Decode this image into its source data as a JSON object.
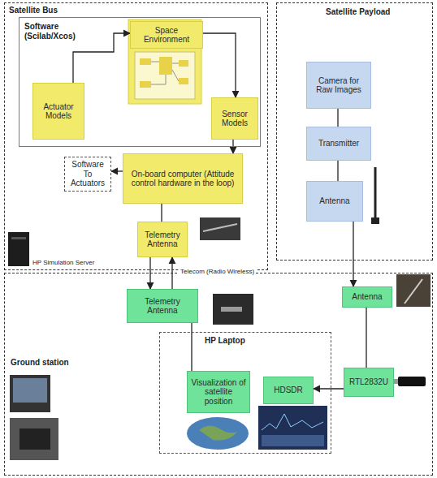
{
  "diagram": {
    "nodes": [
      {
        "text": [
          "Satellite Bus"
        ]
      },
      {
        "text": [
          "Software (Scilab/Xcos)"
        ],
        "in": 0
      },
      {
        "text": [
          "Space Environment"
        ],
        "in": 1
      },
      {
        "text": [
          "Actuator Models"
        ],
        "in": 1
      },
      {
        "text": [
          "Sensor Models"
        ],
        "in": 1
      },
      {
        "text": [
          "Software To Actuators"
        ],
        "in": 0
      },
      {
        "text": [
          "On-board computer (Attitude control hardware in the loop)"
        ],
        "in": 0
      },
      {
        "text": [
          "Telemetry Antenna"
        ],
        "in": 0
      },
      {
        "text": [
          "Satellite Payload"
        ]
      },
      {
        "text": [
          "Camera for Raw Images"
        ],
        "in": 8
      },
      {
        "text": [
          "Transmitter"
        ],
        "in": 8
      },
      {
        "text": [
          "Antenna"
        ],
        "in": 8
      },
      {
        "text": [
          "Ground station"
        ]
      },
      {
        "text": [
          "Telemetry Antenna"
        ],
        "in": 12
      },
      {
        "text": [
          "HP Laptop"
        ],
        "in": 12
      },
      {
        "text": [
          "Visualization of satellite position"
        ],
        "in": 14
      },
      {
        "text": [
          "HDSDR"
        ],
        "in": 14
      },
      {
        "text": [
          "Antenna"
        ],
        "in": 12
      },
      {
        "text": [
          "RTL2832U"
        ],
        "in": 12
      }
    ],
    "edges": [
      {
        "from": 2,
        "to": 4,
        "arrow": "to"
      },
      {
        "from": 4,
        "to": 6,
        "arrow": "to"
      },
      {
        "from": 6,
        "to": 5,
        "arrow": "to"
      },
      {
        "from": 3,
        "to": 2,
        "arrow": "to"
      },
      {
        "from": 6,
        "to": 7,
        "arrow": "none"
      },
      {
        "from": 7,
        "to": 13,
        "arrow": "to"
      },
      {
        "from": 13,
        "to": 7,
        "arrow": "to"
      },
      {
        "from": 9,
        "to": 10,
        "arrow": "none"
      },
      {
        "from": 10,
        "to": 11,
        "arrow": "none"
      },
      {
        "from": 11,
        "to": 17,
        "arrow": "to"
      },
      {
        "from": 17,
        "to": 18,
        "arrow": "none"
      },
      {
        "from": 18,
        "to": 16,
        "arrow": "to"
      },
      {
        "from": 13,
        "to": 15,
        "arrow": "none"
      }
    ],
    "labels": [
      "HP Simulation Server",
      "Telecom (Radio Wireless)"
    ]
  }
}
